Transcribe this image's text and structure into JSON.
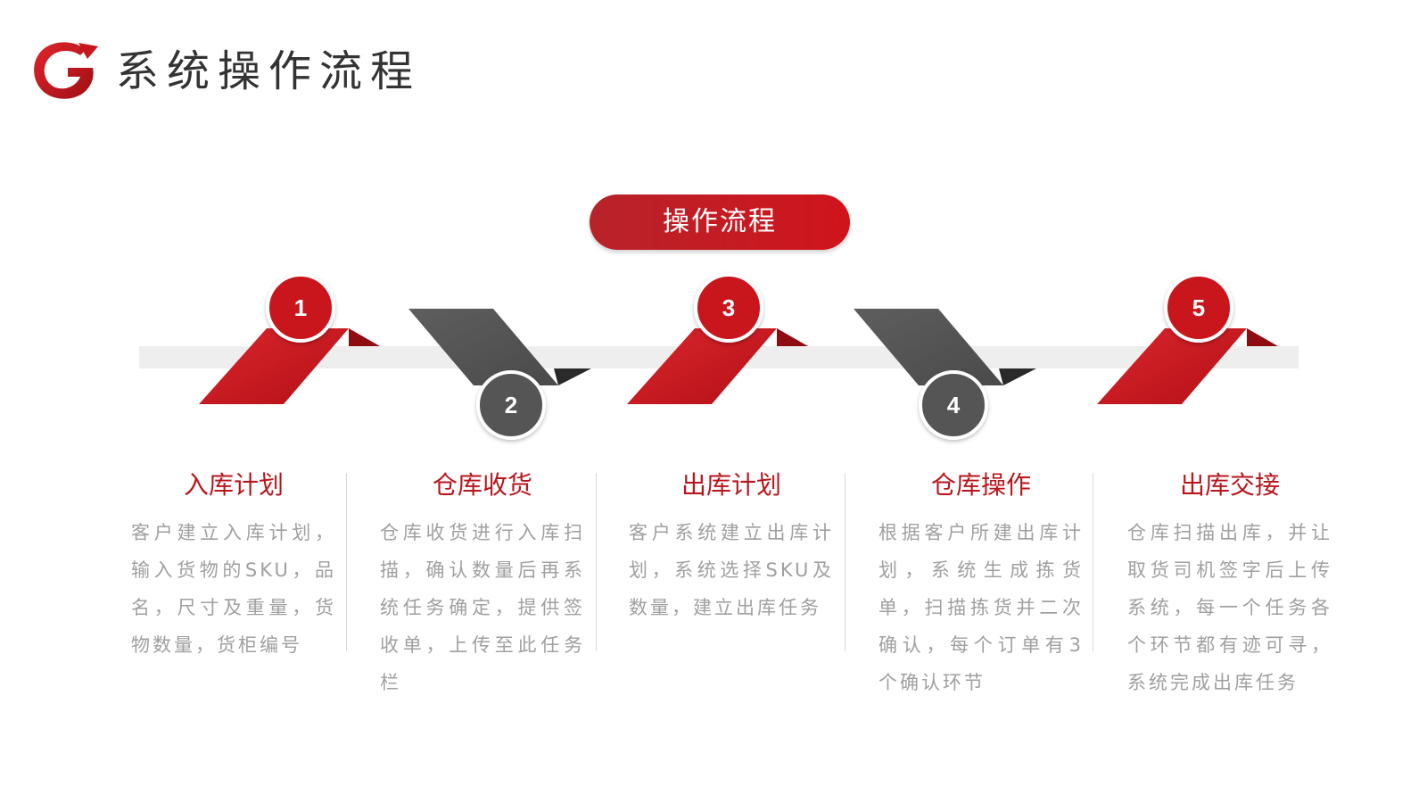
{
  "header": {
    "logo_icon": "g-arrow-logo-icon",
    "title": "系统操作流程"
  },
  "colors": {
    "primary_red": "#c8161d",
    "dark_gray": "#555555",
    "track_gray": "#eeeeee",
    "title_red": "#b8161d",
    "text_gray": "#a0a0a0"
  },
  "flow": {
    "badge": "操作流程",
    "steps": [
      {
        "number": "1",
        "title": "入库计划",
        "description": "客户建立入库计划，输入货物的SKU，品名，尺寸及重量，货物数量，货柜编号",
        "color": "red"
      },
      {
        "number": "2",
        "title": "仓库收货",
        "description": "仓库收货进行入库扫描，确认数量后再系统任务确定，提供签收单，上传至此任务栏",
        "color": "gray"
      },
      {
        "number": "3",
        "title": "出库计划",
        "description": "客户系统建立出库计划，系统选择SKU及数量，建立出库任务",
        "color": "red"
      },
      {
        "number": "4",
        "title": "仓库操作",
        "description": "根据客户所建出库计划，系统生成拣货单，扫描拣货并二次确认，每个订单有3个确认环节",
        "color": "gray"
      },
      {
        "number": "5",
        "title": "出库交接",
        "description": "仓库扫描出库，并让取货司机签字后上传系统，每一个任务各个环节都有迹可寻，系统完成出库任务",
        "color": "red"
      }
    ]
  }
}
